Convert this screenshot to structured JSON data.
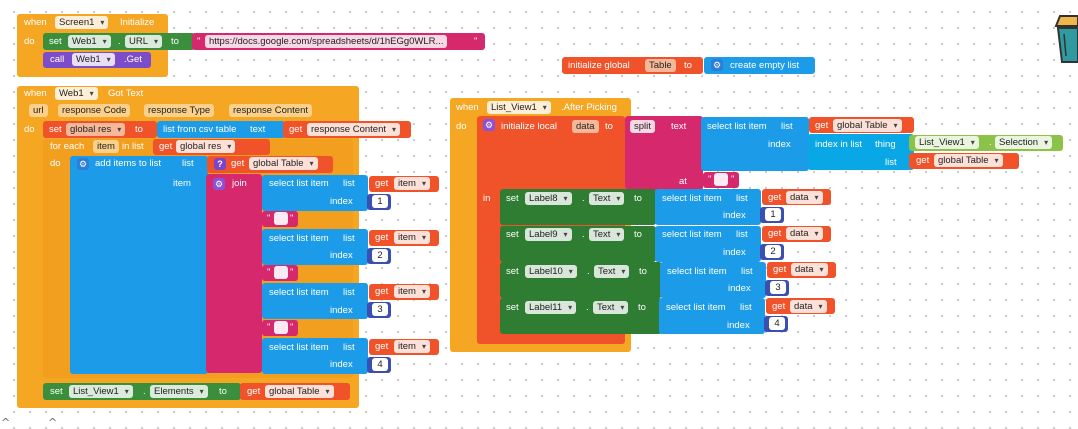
{
  "screen_init": {
    "when": "when",
    "component": "Screen1",
    "event": "Initialize",
    "do": "do",
    "set": "set",
    "web_component": "Web1",
    "dot": ".",
    "prop": "URL",
    "to": "to",
    "url_value": "https://docs.google.com/spreadsheets/d/1hEGg0WLR...",
    "call": "call",
    "call_component": "Web1",
    "method": ".Get"
  },
  "init_global": {
    "label": "initialize global",
    "name": "Table",
    "to": "to",
    "value": "create empty list"
  },
  "got_text": {
    "when": "when",
    "component": "Web1",
    "event": "Got Text",
    "params": [
      "url",
      "response Code",
      "response Type",
      "response Content"
    ],
    "do": "do",
    "set": "set",
    "var": "global res",
    "to": "to",
    "csv_label": "list from csv table",
    "text_label": "text",
    "get": "get",
    "get_value": "response Content",
    "for_each": "for each",
    "item_var": "item",
    "in_list": "in list",
    "list_var": "global res",
    "inner_do": "do",
    "add_items": "add items to list",
    "list_label": "list",
    "table_var": "global Table",
    "item_label": "item",
    "join": "join",
    "select_label": "select list item",
    "list_word": "list",
    "index_label": "index",
    "indexes": [
      "1",
      "2",
      "3",
      "4"
    ],
    "set_elements": "set",
    "list_view": "List_View1",
    "elements_prop": "Elements",
    "to2": "to",
    "get2": "get",
    "table2": "global Table"
  },
  "after_picking": {
    "when": "when",
    "component": "List_View1",
    "event": ".After Picking",
    "do": "do",
    "init_local": "initialize local",
    "local_var": "data",
    "to": "to",
    "split": "split",
    "text_label": "text",
    "select_label": "select list item",
    "list_word": "list",
    "get": "get",
    "table_var": "global Table",
    "index_label": "index",
    "index_in_list": "index in list",
    "thing_label": "thing",
    "list_view": "List_View1",
    "selection": "Selection",
    "at_label": "at",
    "in_label": "in",
    "labels": [
      "Label8",
      "Label9",
      "Label10",
      "Label11"
    ],
    "text_prop": "Text",
    "set": "set",
    "to2": "to",
    "data_var": "data",
    "indexes": [
      "1",
      "2",
      "3",
      "4"
    ]
  }
}
